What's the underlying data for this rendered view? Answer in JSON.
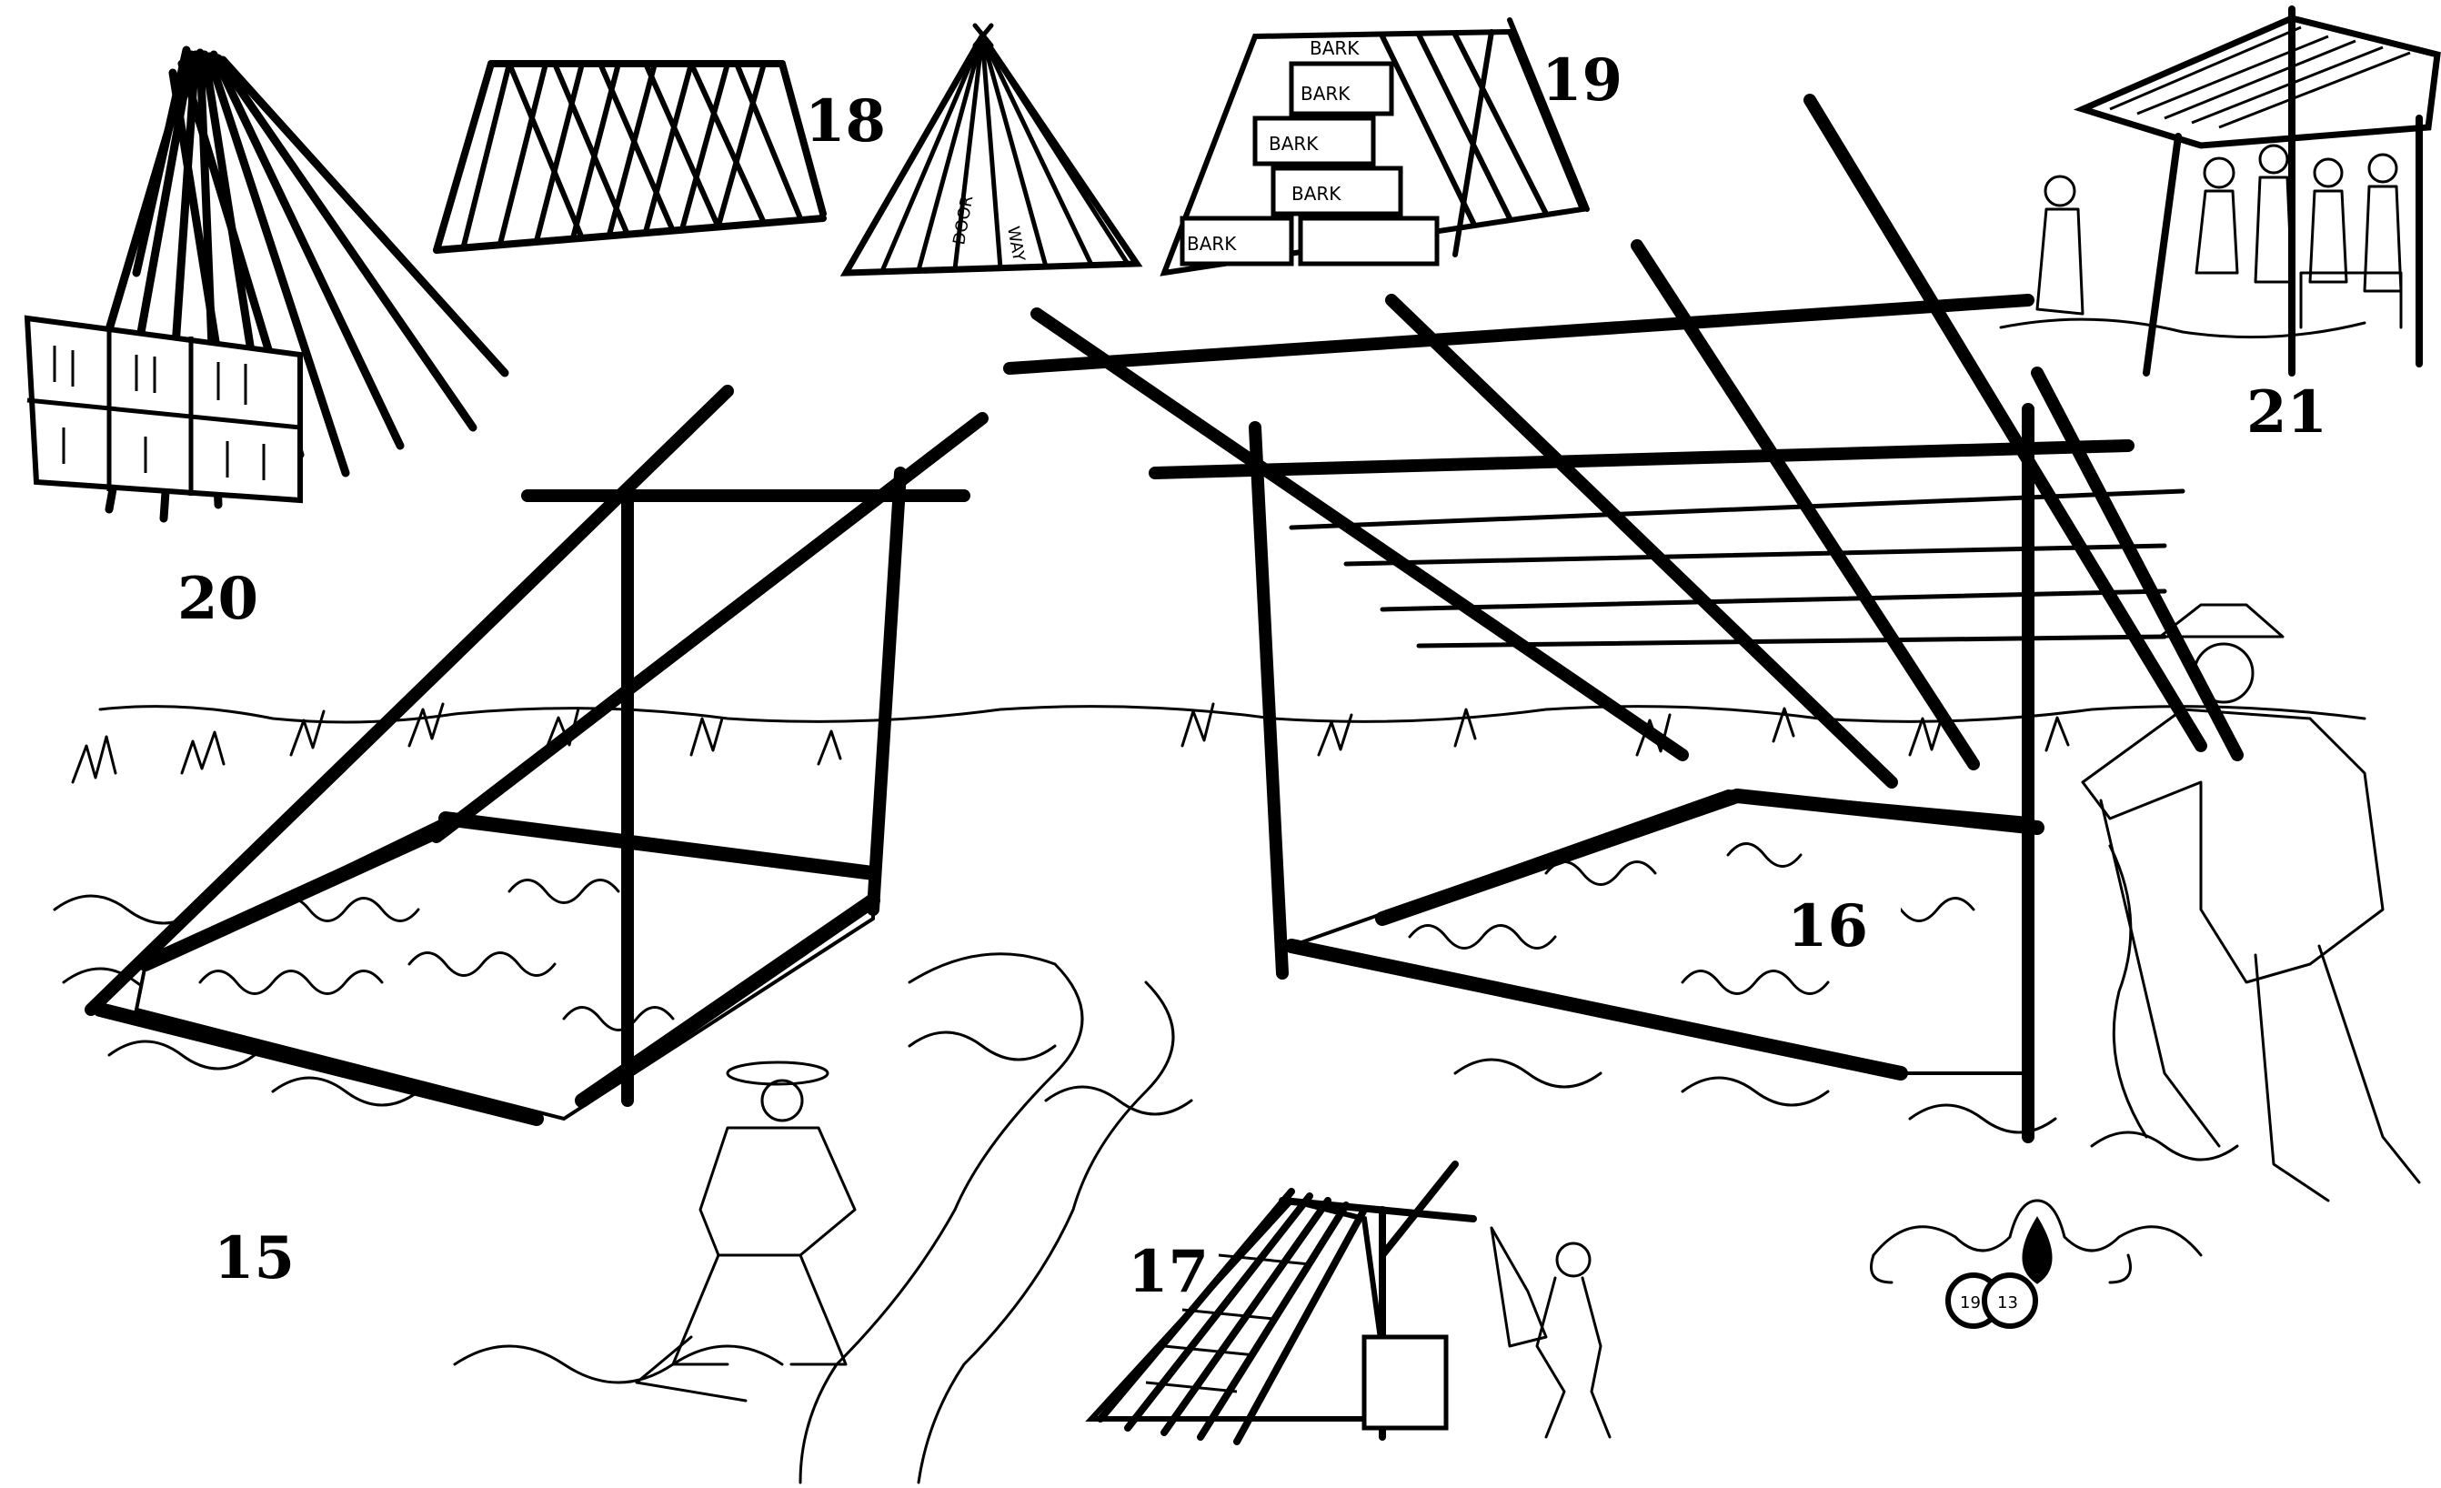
{
  "figure_numbers": {
    "fig15": "15",
    "fig16": "16",
    "fig17": "17",
    "fig18": "18",
    "fig19": "19",
    "fig20": "20",
    "fig21": "21"
  },
  "lean_to_bark_labels": [
    "BARK",
    "BARK",
    "BARK",
    "BARK",
    "BARK"
  ],
  "tepee_door_labels": [
    "DOOR",
    "WAY"
  ],
  "monogram_year": [
    "19",
    "13"
  ]
}
